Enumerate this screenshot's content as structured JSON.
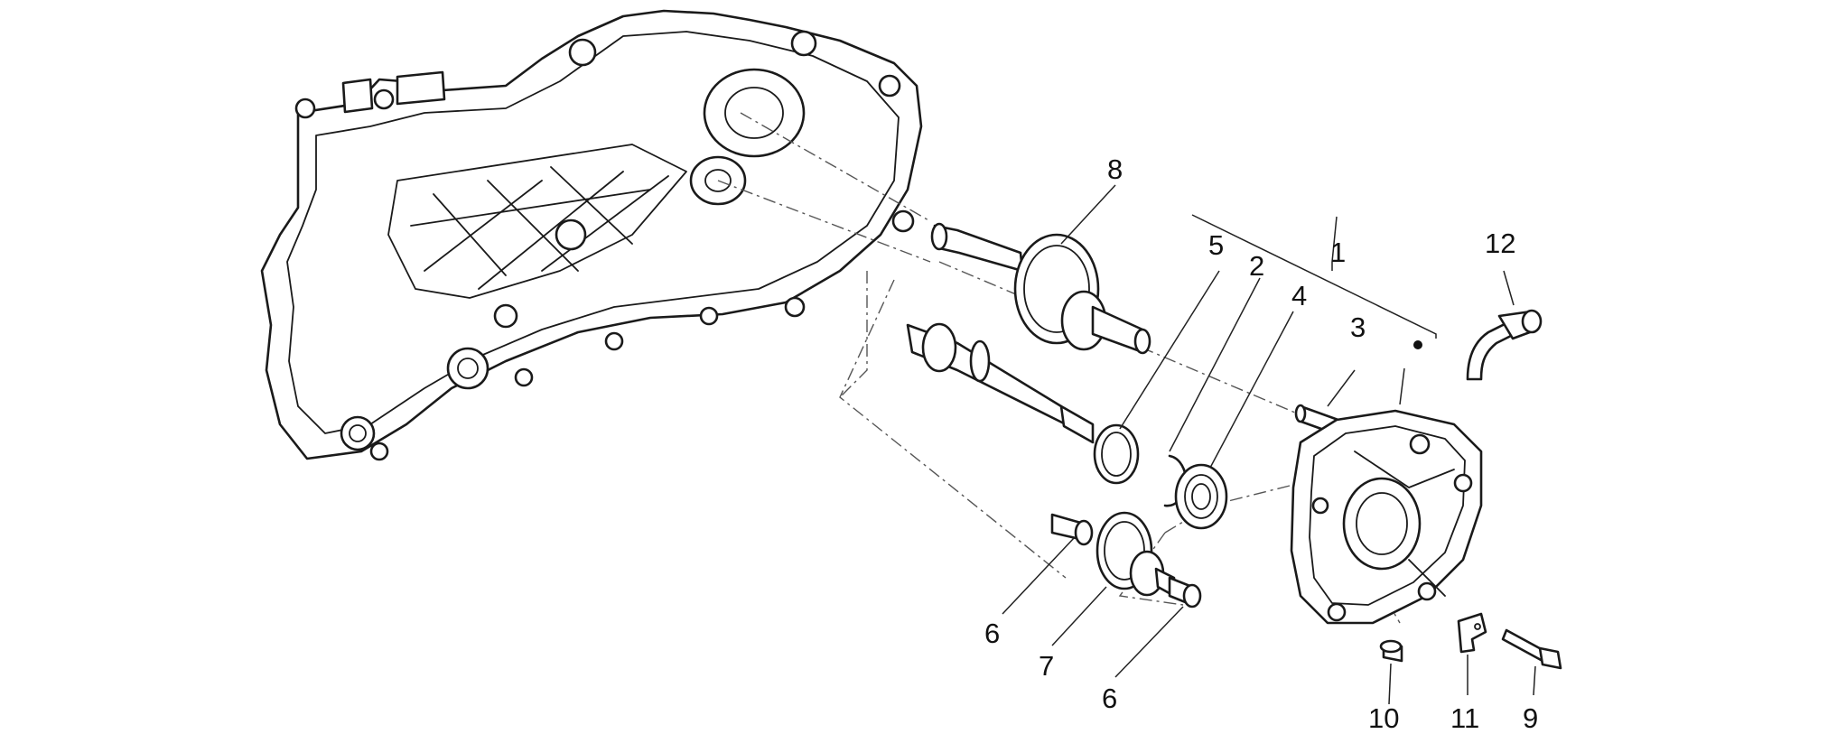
{
  "labels": {
    "p1": "1",
    "p2": "2",
    "p3": "3",
    "p4": "4",
    "p5": "5",
    "p6a": "6",
    "p6b": "6",
    "p7": "7",
    "p8": "8",
    "p9": "9",
    "p10": "10",
    "p11": "11",
    "p12": "12"
  },
  "colors": {
    "line": "#1a1a1a",
    "background": "#ffffff"
  }
}
